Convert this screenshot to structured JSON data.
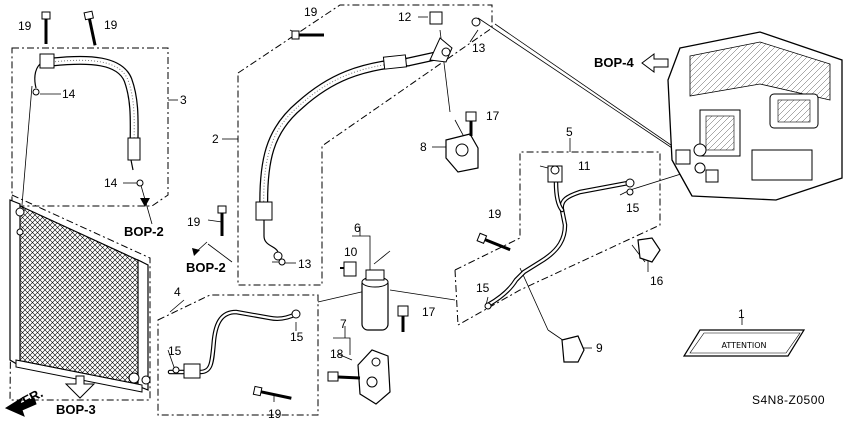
{
  "parts": {
    "p1": "1",
    "p2": "2",
    "p3": "3",
    "p4": "4",
    "p5": "5",
    "p6": "6",
    "p7": "7",
    "p8": "8",
    "p9": "9",
    "p10": "10",
    "p11": "11",
    "p12": "12",
    "p13": "13",
    "p14": "14",
    "p15": "15",
    "p16": "16",
    "p17": "17",
    "p18": "18",
    "p19": "19"
  },
  "refs": {
    "bop2": "BOP-2",
    "bop3": "BOP-3",
    "bop4": "BOP-4",
    "front": "FR."
  },
  "diagram_code": "S4N8-Z0500",
  "label_plate_text": "ATTENTION"
}
